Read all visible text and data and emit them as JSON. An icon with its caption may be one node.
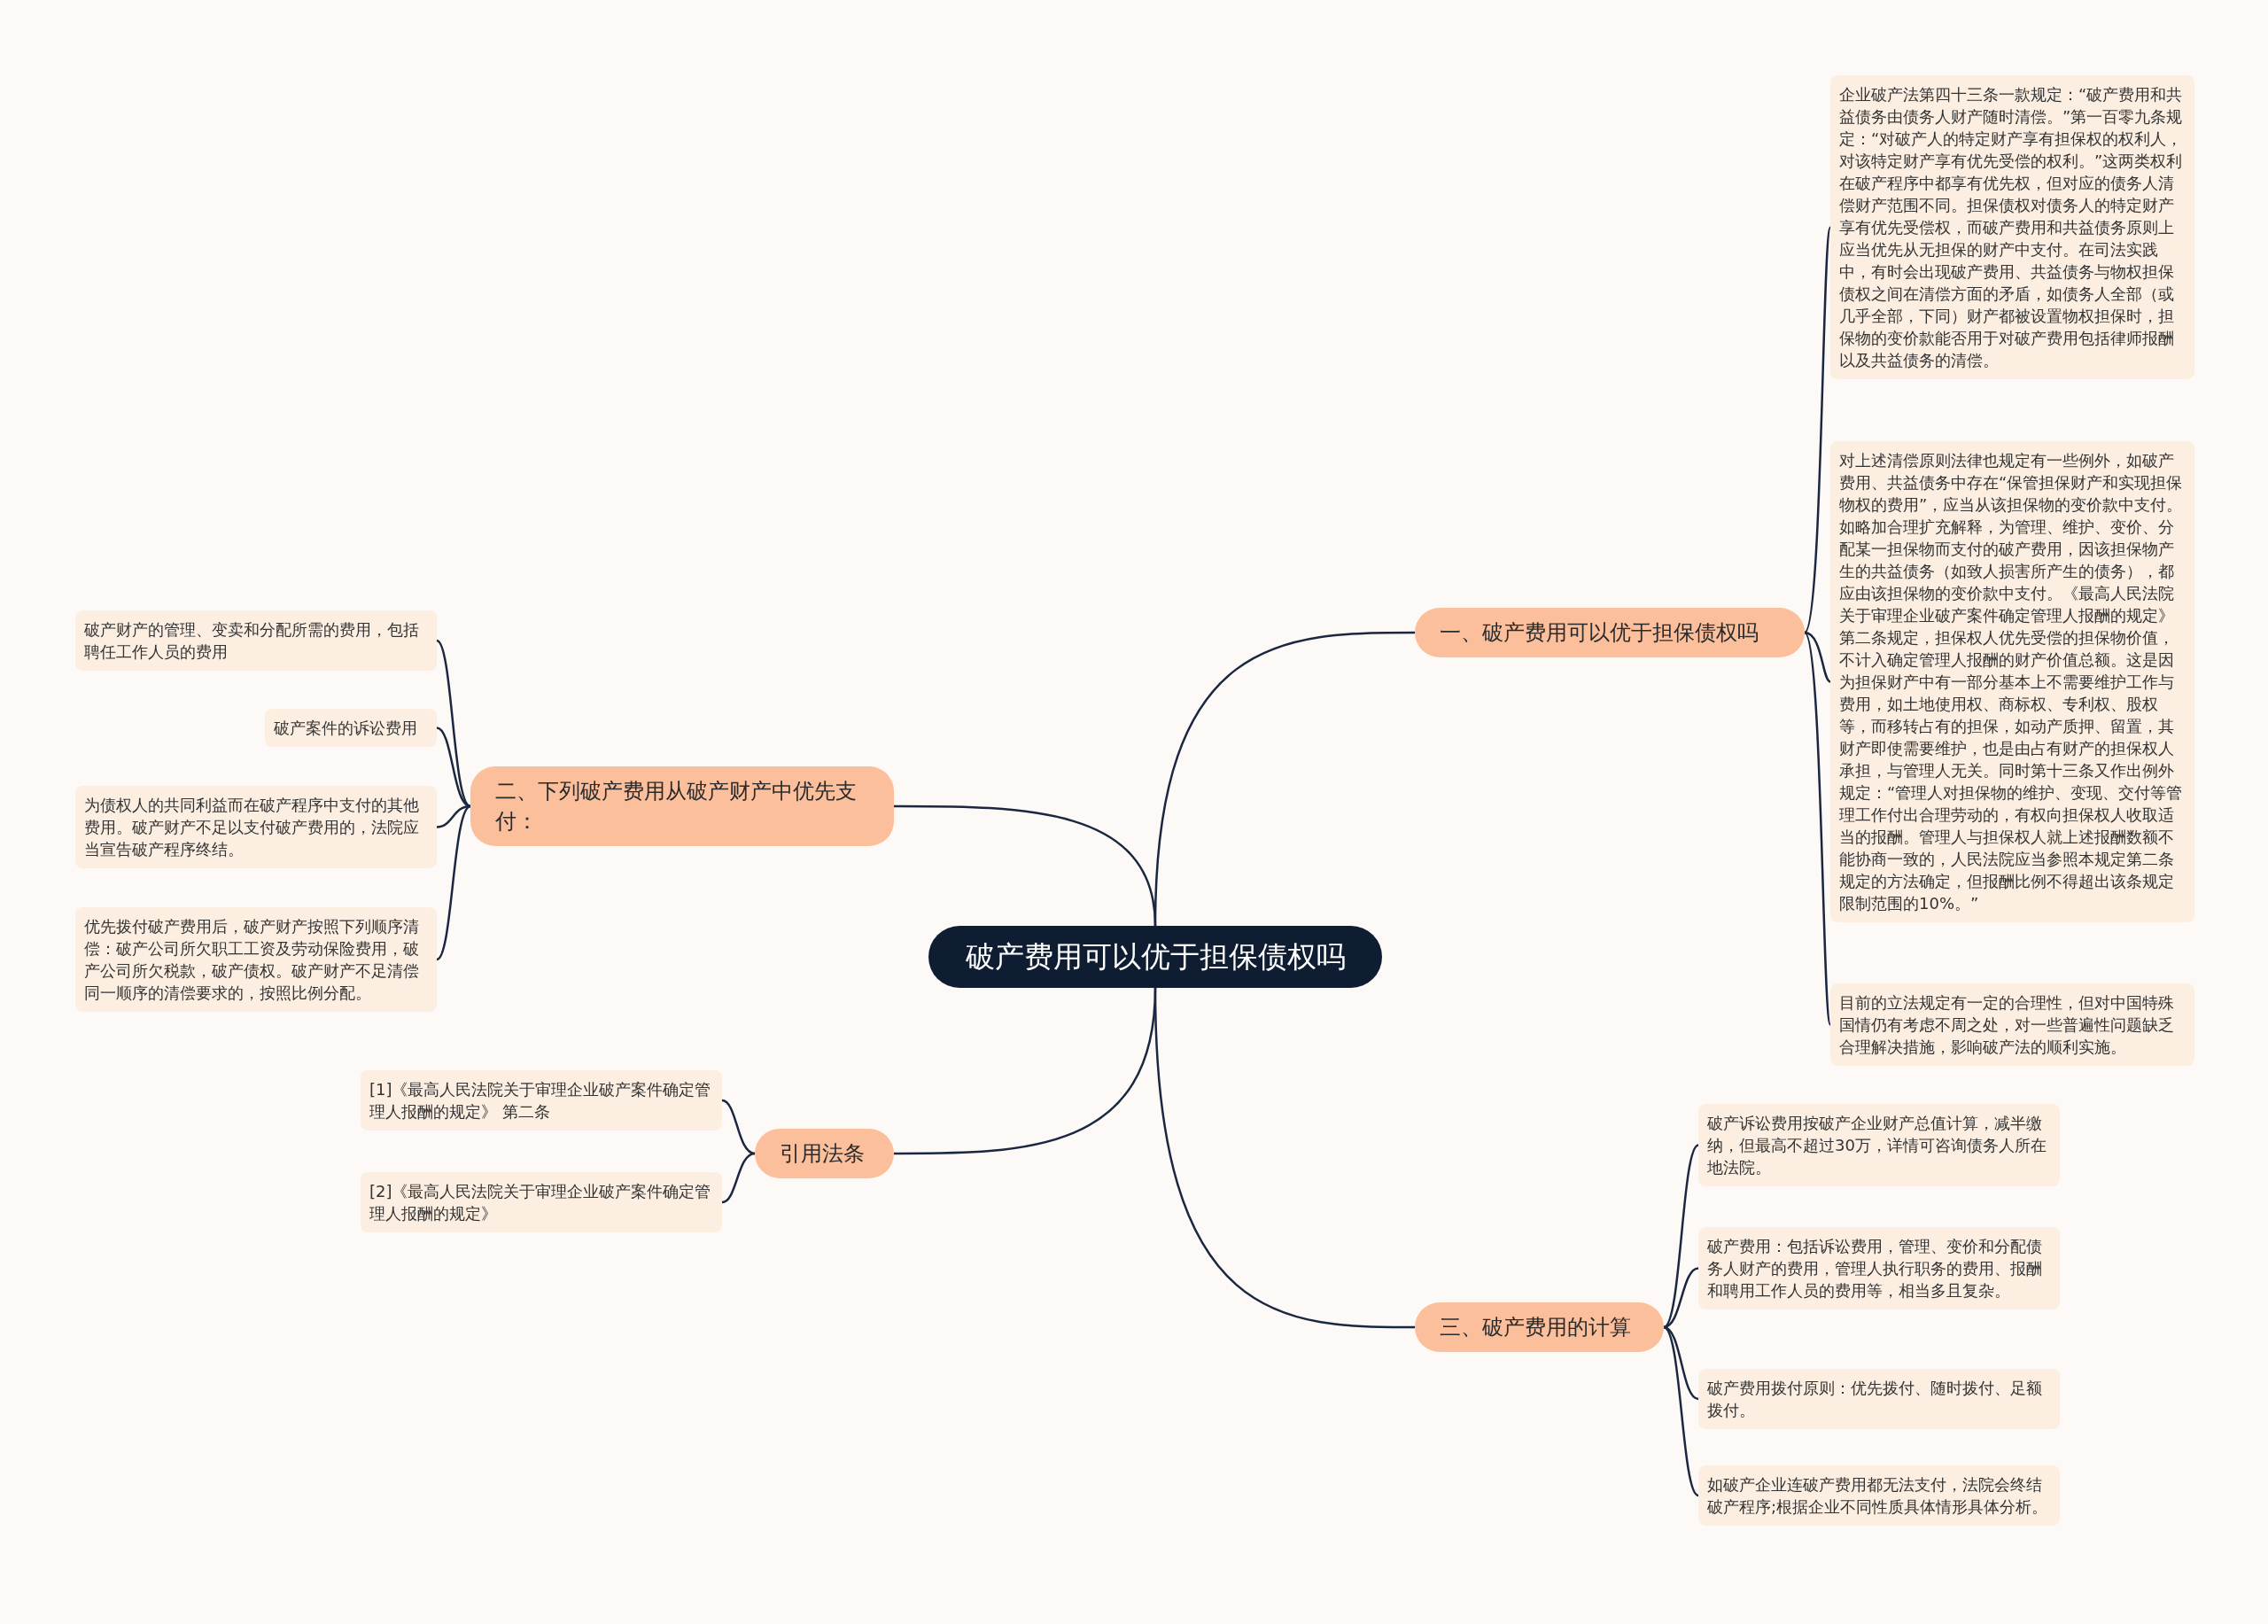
{
  "diagram": {
    "nodes": [
      {
        "text": [
          "破产费用可以优于担保债权吗"
        ]
      },
      {
        "text": [
          "一、破产费用可以优于担保债权吗"
        ]
      },
      {
        "text": [
          "企业破产法第四十三条一款规定：“破产费用和共益债务由债务人财产随时清偿。”第一百零九条规定：“对破产人的特定财产享有担保权的权利人，对该特定财产享有优先受偿的权利。”这两类权利在破产程序中都享有优先权，但对应的债务人清偿财产范围不同。担保债权对债务人的特定财产享有优先受偿权，而破产费用和共益债务原则上应当优先从无担保的财产中支付。在司法实践中，有时会出现破产费用、共益债务与物权担保债权之间在清偿方面的矛盾，如债务人全部（或几乎全部，下同）财产都被设置物权担保时，担保物的变价款能否用于对破产费用包括律师报酬以及共益债务的清偿。"
        ]
      },
      {
        "text": [
          "对上述清偿原则法律也规定有一些例外，如破产费用、共益债务中存在“保管担保财产和实现担保物权的费用”，应当从该担保物的变价款中支付。如略加合理扩充解释，为管理、维护、变价、分配某一担保物而支付的破产费用，因该担保物产生的共益债务（如致人损害所产生的债务），都应由该担保物的变价款中支付。《最高人民法院关于审理企业破产案件确定管理人报酬的规定》第二条规定，担保权人优先受偿的担保物价值，不计入确定管理人报酬的财产价值总额。这是因为担保财产中有一部分基本上不需要维护工作与费用，如土地使用权、商标权、专利权、股权等，而移转占有的担保，如动产质押、留置，其财产即使需要维护，也是由占有财产的担保权人承担，与管理人无关。同时第十三条又作出例外规定：“管理人对担保物的维护、变现、交付等管理工作付出合理劳动的，有权向担保权人收取适当的报酬。管理人与担保权人就上述报酬数额不能协商一致的，人民法院应当参照本规定第二条规定的方法确定，但报酬比例不得超出该条规定限制范围的10%。”"
        ]
      },
      {
        "text": [
          "目前的立法规定有一定的合理性，但对中国特殊国情仍有考虑不周之处，对一些普遍性问题缺乏合理解决措施，影响破产法的顺利实施。"
        ]
      },
      {
        "text": [
          "二、下列破产费用从破产财产中优先支付："
        ]
      },
      {
        "text": [
          "破产财产的管理、变卖和分配所需的费用，包括聘任工作人员的费用"
        ]
      },
      {
        "text": [
          "破产案件的诉讼费用"
        ]
      },
      {
        "text": [
          "为债权人的共同利益而在破产程序中支付的其他费用。破产财产不足以支付破产费用的，法院应当宣告破产程序终结。"
        ]
      },
      {
        "text": [
          "优先拨付破产费用后，破产财产按照下列顺序清偿：破产公司所欠职工工资及劳动保险费用，破产公司所欠税款，破产债权。破产财产不足清偿同一顺序的清偿要求的，按照比例分配。"
        ]
      },
      {
        "text": [
          "引用法条"
        ]
      },
      {
        "text": [
          "[1]《最高人民法院关于审理企业破产案件确定管理人报酬的规定》 第二条"
        ]
      },
      {
        "text": [
          "[2]《最高人民法院关于审理企业破产案件确定管理人报酬的规定》"
        ]
      },
      {
        "text": [
          "三、破产费用的计算"
        ]
      },
      {
        "text": [
          "破产诉讼费用按破产企业财产总值计算，减半缴纳，但最高不超过30万，详情可咨询债务人所在地法院。"
        ]
      },
      {
        "text": [
          "破产费用：包括诉讼费用，管理、变价和分配债务人财产的费用，管理人执行职务的费用、报酬和聘用工作人员的费用等，相当多且复杂。"
        ]
      },
      {
        "text": [
          "破产费用拨付原则：优先拨付、随时拨付、足额拨付。"
        ]
      },
      {
        "text": [
          "如破产企业连破产费用都无法支付，法院会终结破产程序;根据企业不同性质具体情形具体分析。"
        ]
      }
    ],
    "edges": [
      {
        "from": 0,
        "to": 1,
        "arrow": "none"
      },
      {
        "from": 1,
        "to": 2,
        "arrow": "none"
      },
      {
        "from": 1,
        "to": 3,
        "arrow": "none"
      },
      {
        "from": 1,
        "to": 4,
        "arrow": "none"
      },
      {
        "from": 0,
        "to": 5,
        "arrow": "none"
      },
      {
        "from": 5,
        "to": 6,
        "arrow": "none"
      },
      {
        "from": 5,
        "to": 7,
        "arrow": "none"
      },
      {
        "from": 5,
        "to": 8,
        "arrow": "none"
      },
      {
        "from": 5,
        "to": 9,
        "arrow": "none"
      },
      {
        "from": 0,
        "to": 10,
        "arrow": "none"
      },
      {
        "from": 10,
        "to": 11,
        "arrow": "none"
      },
      {
        "from": 10,
        "to": 12,
        "arrow": "none"
      },
      {
        "from": 0,
        "to": 13,
        "arrow": "none"
      },
      {
        "from": 13,
        "to": 14,
        "arrow": "none"
      },
      {
        "from": 13,
        "to": 15,
        "arrow": "none"
      },
      {
        "from": 13,
        "to": 16,
        "arrow": "none"
      },
      {
        "from": 13,
        "to": 17,
        "arrow": "none"
      }
    ]
  }
}
